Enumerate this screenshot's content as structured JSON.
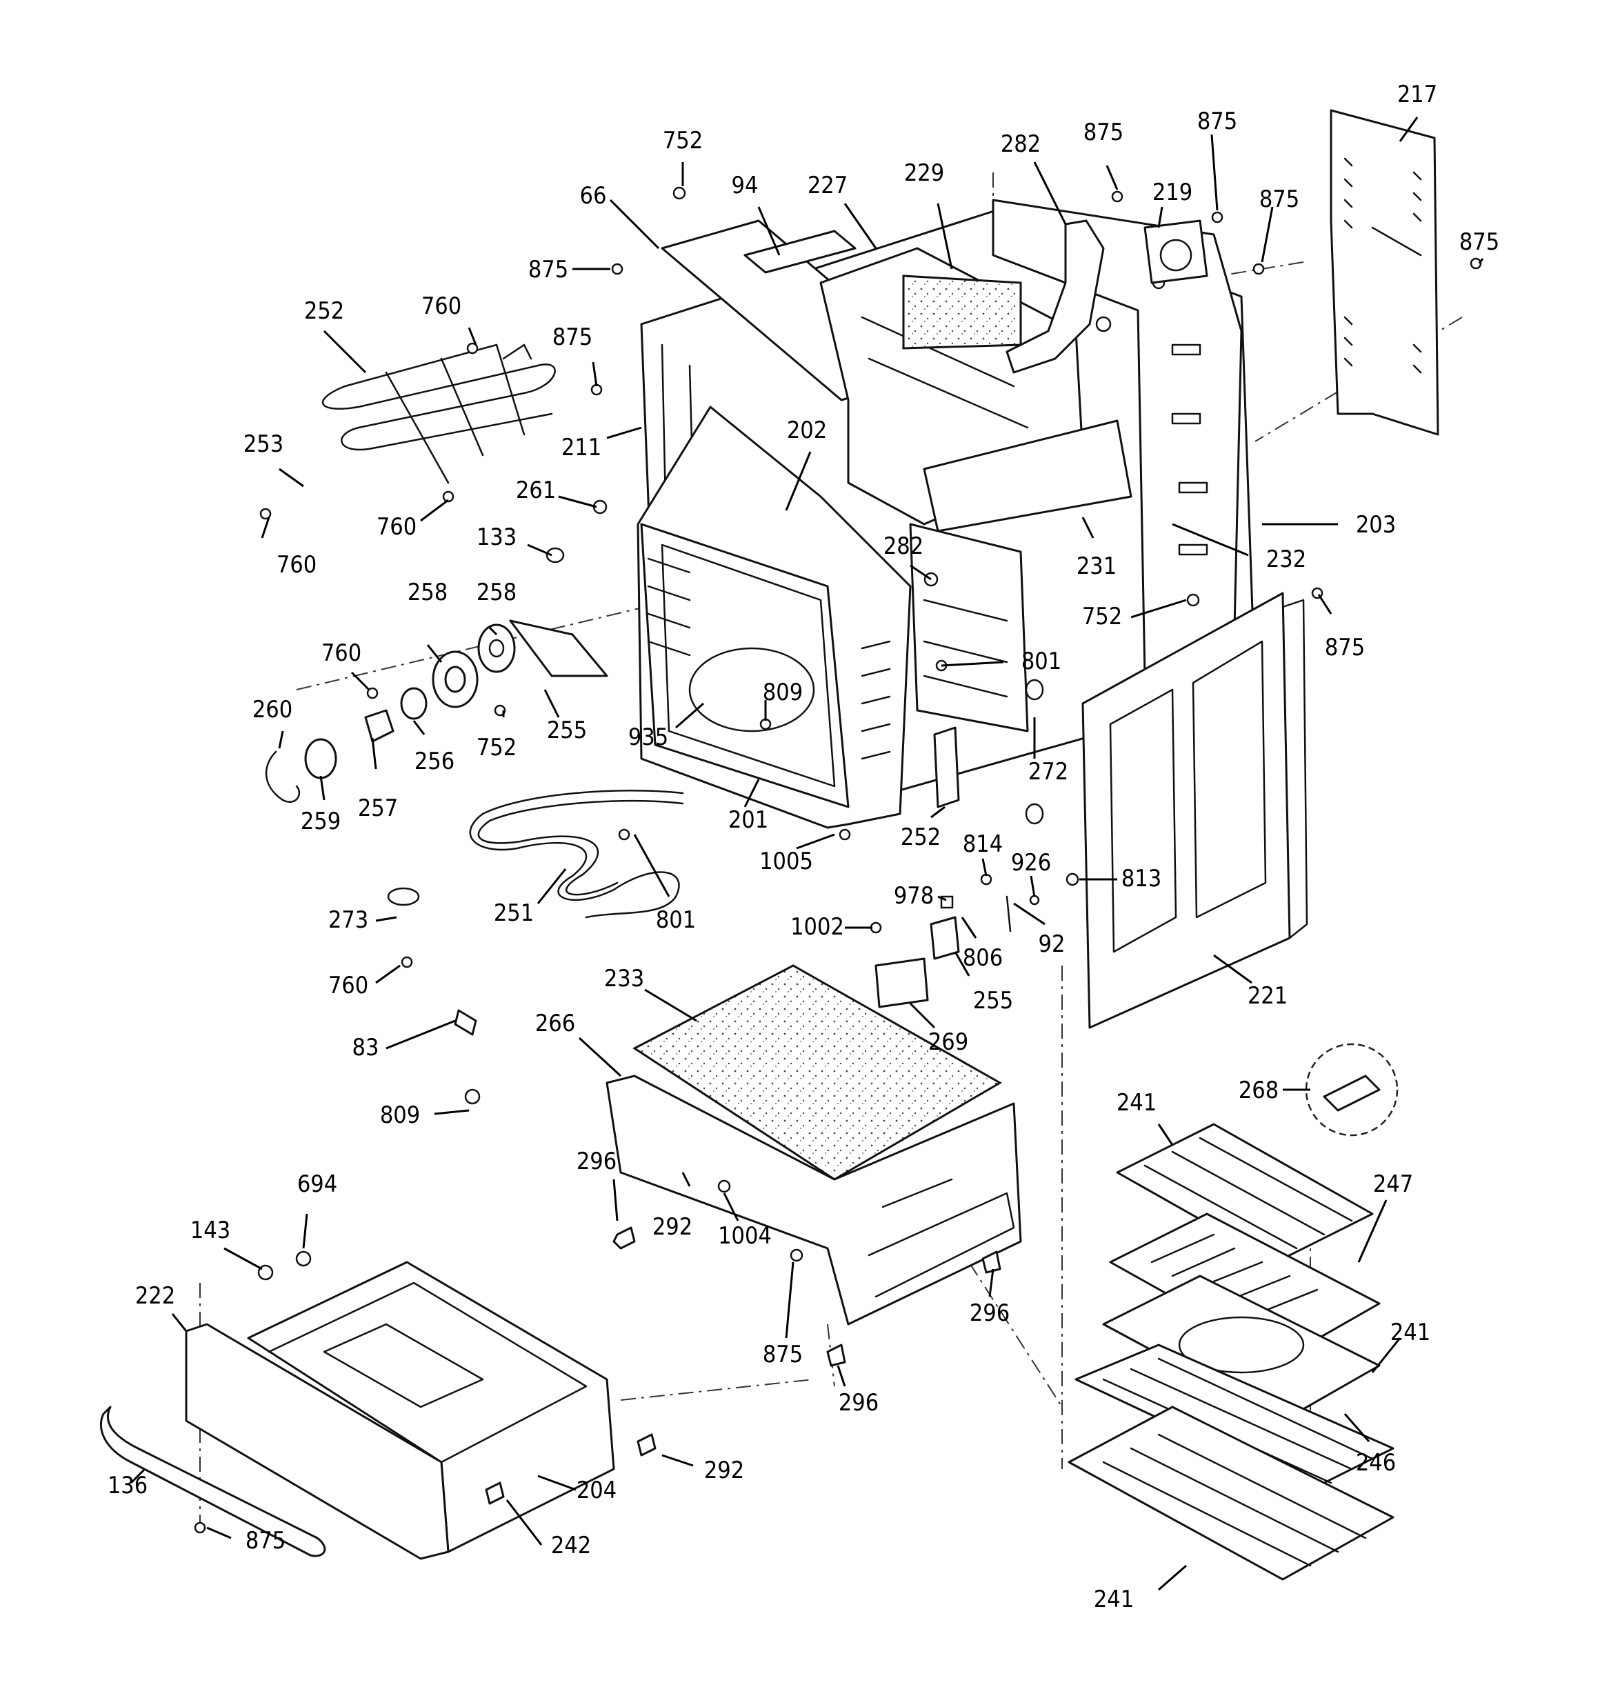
{
  "diagram": {
    "callouts": [
      "752",
      "66",
      "94",
      "227",
      "229",
      "282",
      "875",
      "875",
      "219",
      "875",
      "217",
      "875",
      "875",
      "252",
      "760",
      "875",
      "211",
      "202",
      "253",
      "261",
      "760",
      "133",
      "760",
      "282",
      "231",
      "232",
      "203",
      "752",
      "875",
      "258",
      "258",
      "760",
      "801",
      "809",
      "260",
      "256",
      "752",
      "255",
      "935",
      "272",
      "259",
      "257",
      "201",
      "252",
      "1005",
      "814",
      "926",
      "813",
      "978",
      "251",
      "801",
      "1002",
      "92",
      "806",
      "273",
      "760",
      "233",
      "255",
      "221",
      "266",
      "269",
      "83",
      "268",
      "809",
      "241",
      "296",
      "247",
      "694",
      "292",
      "1004",
      "143",
      "296",
      "222",
      "875",
      "241",
      "296",
      "246",
      "136",
      "292",
      "204",
      "875",
      "242",
      "241"
    ]
  }
}
